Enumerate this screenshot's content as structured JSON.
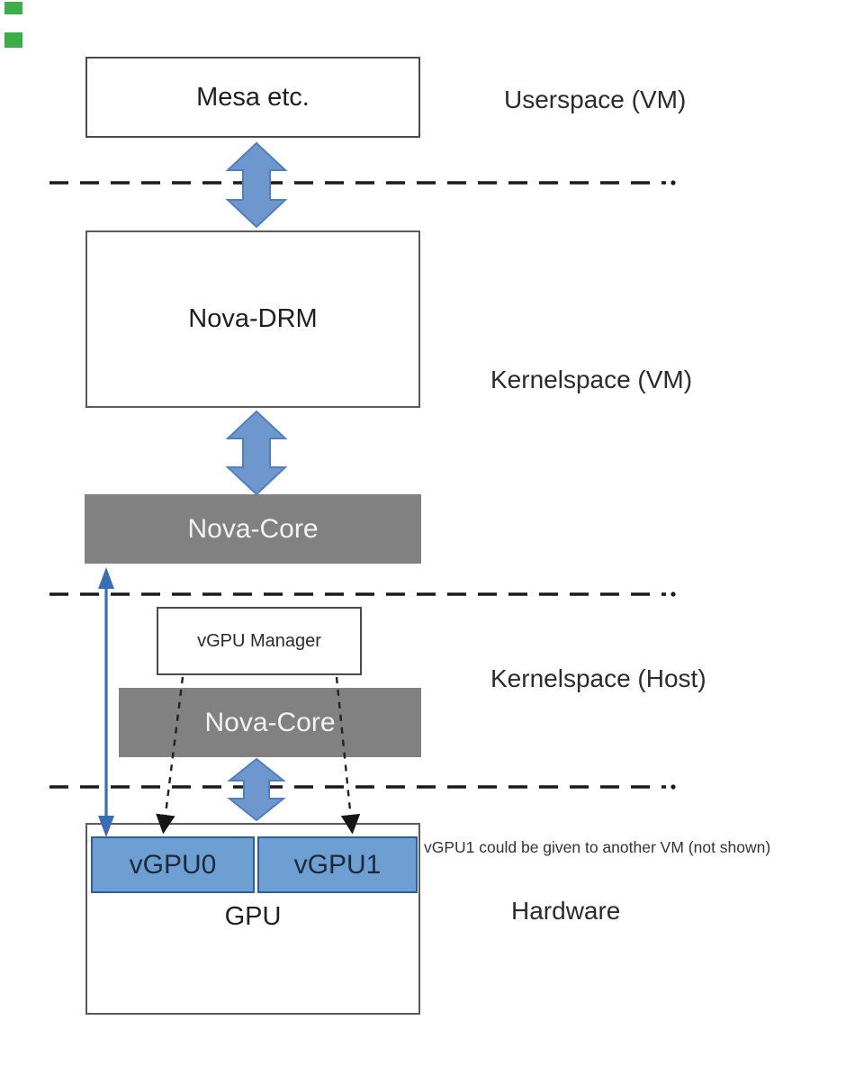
{
  "diagram": {
    "boxes": {
      "mesa": {
        "label": "Mesa etc."
      },
      "nova_drm": {
        "label": "Nova-DRM"
      },
      "nova_core_vm": {
        "label": "Nova-Core"
      },
      "vgpu_manager": {
        "label": "vGPU Manager"
      },
      "nova_core_host": {
        "label": "Nova-Core"
      },
      "gpu": {
        "label": "GPU"
      },
      "vgpu0": {
        "label": "vGPU0"
      },
      "vgpu1": {
        "label": "vGPU1"
      }
    },
    "labels": {
      "userspace_vm": "Userspace (VM)",
      "kernelspace_vm": "Kernelspace (VM)",
      "kernelspace_host": "Kernelspace (Host)",
      "hardware": "Hardware",
      "vgpu1_note": "vGPU1 could be given to another VM (not shown)"
    }
  },
  "colors": {
    "arrow_fill": "#6d97cd",
    "arrow_stroke": "#4e7fbf",
    "thin_arrow": "#3a6db8",
    "gray_box": "#818181",
    "gray_box_text": "#f2f2f2",
    "vgpu_fill": "#6d9fd3",
    "vgpu_border": "#2e5f99",
    "vgpu_text": "#1e2a3a",
    "box_border": "#4a4a4a",
    "dash_color": "#1a1a1a",
    "text_color": "#2b2b2b",
    "green_marker": "#3bae4a"
  }
}
